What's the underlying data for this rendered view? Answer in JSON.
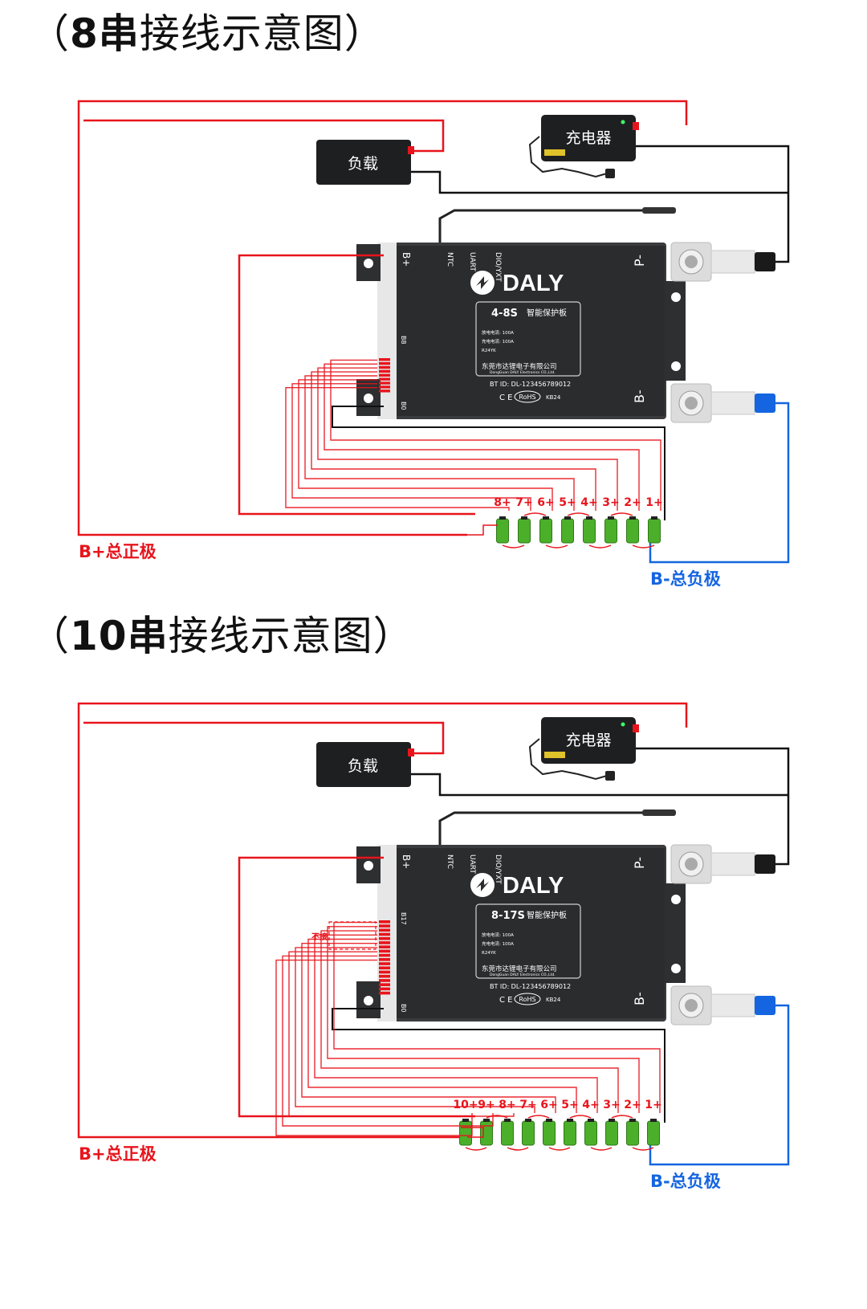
{
  "diagrams": [
    {
      "title_open": "（",
      "title_num": "8串",
      "title_rest": "接线示意图）",
      "cells": 8,
      "cell_labels": [
        "8+",
        "7+",
        "6+",
        "5+",
        "4+",
        "3+",
        "2+",
        "1+"
      ],
      "load_label": "负载",
      "charger_label": "充电器",
      "board": {
        "brand": "DALY",
        "port_bplus": "B+",
        "port_ntc": "NTC",
        "port_uart": "UART",
        "port_dio": "DIO/YXT",
        "port_pminus": "P-",
        "port_bminus": "B-",
        "pin_top": "B8",
        "pin_bottom": "B0",
        "model": "4-8S",
        "product": "智能保护板",
        "spec_discharge": "放电电流: 100A",
        "spec_charge": "充电电流: 100A",
        "spec_code": "R24YK",
        "company_cn": "东莞市达锂电子有限公司",
        "company_en": "DongGuan DALY Electronics CO.,Ltd.",
        "bt_id": "BT ID: DL-123456789012",
        "cert": "C E",
        "rohs": "RoHS",
        "batch": "KB24"
      },
      "pos_total_label": "B+总正极",
      "neg_total_label": "B-总负极"
    },
    {
      "title_open": "（",
      "title_num": "10串",
      "title_rest": "接线示意图）",
      "cells": 10,
      "cell_labels": [
        "10+",
        "9+",
        "8+",
        "7+",
        "6+",
        "5+",
        "4+",
        "3+",
        "2+",
        "1+"
      ],
      "load_label": "负载",
      "charger_label": "充电器",
      "no_connect_label": "不接",
      "board": {
        "brand": "DALY",
        "port_bplus": "B+",
        "port_ntc": "NTC",
        "port_uart": "UART",
        "port_dio": "DIO/YXT",
        "port_pminus": "P-",
        "port_bminus": "B-",
        "pin_top": "B17",
        "pin_bottom": "B0",
        "model": "8-17S",
        "product": "智能保护板",
        "spec_discharge": "放电电流: 100A",
        "spec_charge": "充电电流: 100A",
        "spec_code": "R24YK",
        "company_cn": "东莞市达锂电子有限公司",
        "company_en": "DongGuan DALY Electronics CO.,Ltd.",
        "bt_id": "BT ID: DL-123456789012",
        "cert": "C E",
        "rohs": "RoHS",
        "batch": "KB24"
      },
      "pos_total_label": "B+总正极",
      "neg_total_label": "B-总负极"
    }
  ],
  "colors": {
    "positive_wire": "#e8141c",
    "negative_wire": "#1565e0",
    "device_body": "#2b2c2e",
    "cell_green": "#4caf2a"
  }
}
